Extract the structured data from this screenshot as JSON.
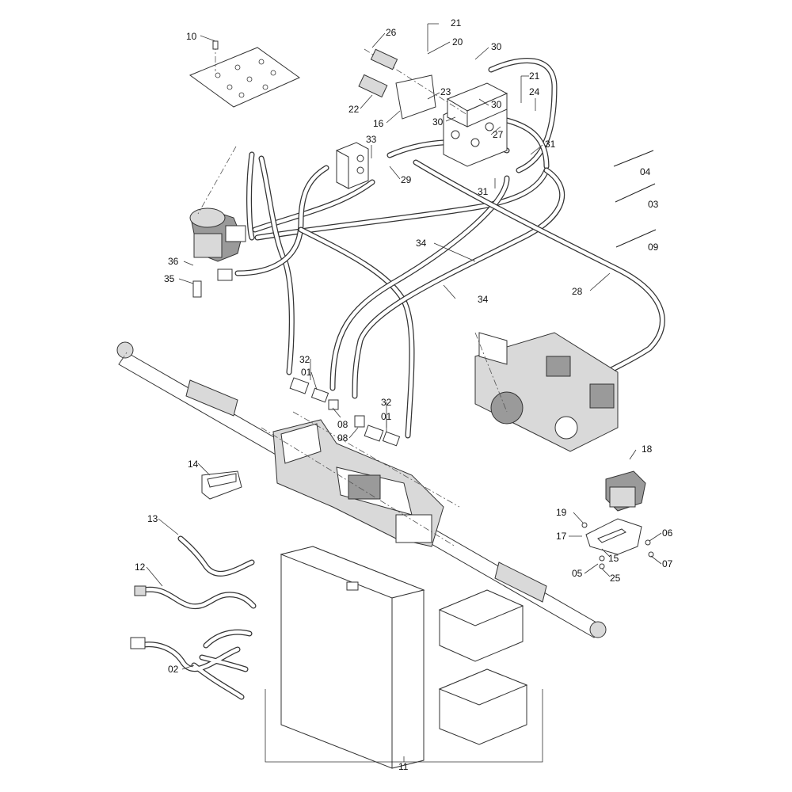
{
  "diagram": {
    "labels": {
      "l10": "10",
      "l26": "26",
      "l21a": "21",
      "l20": "20",
      "l30a": "30",
      "l21b": "21",
      "l24": "24",
      "l23": "23",
      "l22": "22",
      "l16": "16",
      "l30b": "30",
      "l30c": "30",
      "l27": "27",
      "l33": "33",
      "l29": "29",
      "l31a": "31",
      "l31b": "31",
      "l04": "04",
      "l03": "03",
      "l09": "09",
      "l34a": "34",
      "l34b": "34",
      "l28": "28",
      "l36": "36",
      "l35": "35",
      "l32a": "32",
      "l01a": "01",
      "l08a": "08",
      "l32b": "32",
      "l01b": "01",
      "l08b": "08",
      "l14": "14",
      "l18": "18",
      "l13": "13",
      "l19": "19",
      "l17": "17",
      "l15": "15",
      "l06": "06",
      "l07": "07",
      "l05": "05",
      "l25": "25",
      "l12": "12",
      "l02": "02",
      "l11": "11"
    }
  }
}
